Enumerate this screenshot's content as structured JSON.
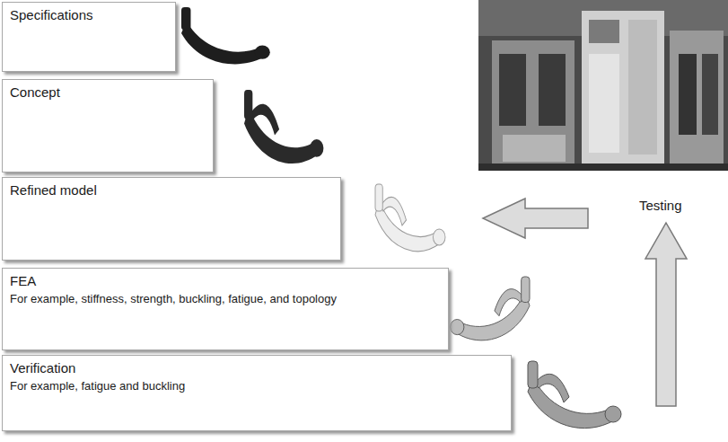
{
  "diagram": {
    "nodes": [
      {
        "text": [
          "Specifications"
        ]
      },
      {
        "text": [
          "Concept"
        ]
      },
      {
        "text": [
          "Refined model"
        ]
      },
      {
        "text": [
          "FEA",
          "For example, stiffness, strength, buckling, fatigue, and topology"
        ]
      },
      {
        "text": [
          "Verification",
          "For example, fatigue and buckling"
        ]
      }
    ],
    "labels": [
      "Testing"
    ]
  }
}
